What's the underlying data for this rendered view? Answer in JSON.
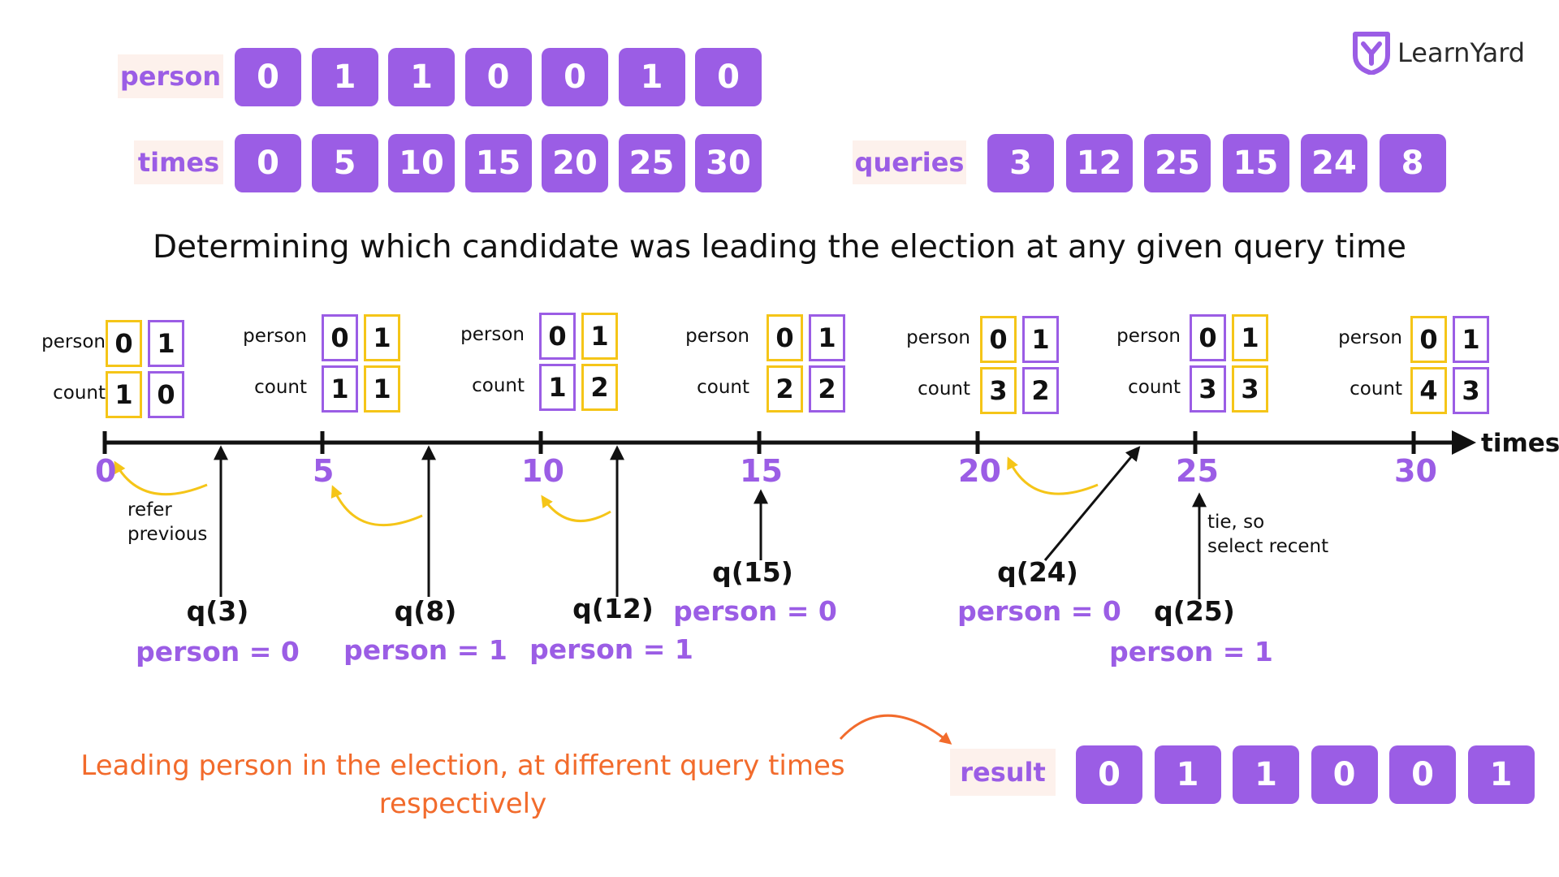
{
  "brand": {
    "name": "LearnYard",
    "icon": "learnyard-shield-icon",
    "color": "#9b5de5"
  },
  "colors": {
    "purple": "#9b5de5",
    "yellow": "#f5c518",
    "orange": "#f26b2c",
    "label_bg": "#fdf1ec"
  },
  "person_array": {
    "label": "person",
    "values": [
      "0",
      "1",
      "1",
      "0",
      "0",
      "1",
      "0"
    ]
  },
  "times_array": {
    "label": "times",
    "values": [
      "0",
      "5",
      "10",
      "15",
      "20",
      "25",
      "30"
    ]
  },
  "queries_array": {
    "label": "queries",
    "values": [
      "3",
      "12",
      "25",
      "15",
      "24",
      "8"
    ]
  },
  "title": "Determining which candidate was leading the election at any given query time",
  "timeline": {
    "axis_label": "times",
    "ticks": [
      "0",
      "5",
      "10",
      "15",
      "20",
      "25",
      "30"
    ],
    "groups": [
      {
        "person_label": "person",
        "count_label": "count",
        "persons": [
          "0",
          "1"
        ],
        "counts": [
          "1",
          "0"
        ],
        "leader": 0
      },
      {
        "person_label": "person",
        "count_label": "count",
        "persons": [
          "0",
          "1"
        ],
        "counts": [
          "1",
          "1"
        ],
        "leader": 1
      },
      {
        "person_label": "person",
        "count_label": "count",
        "persons": [
          "0",
          "1"
        ],
        "counts": [
          "1",
          "2"
        ],
        "leader": 1
      },
      {
        "person_label": "person",
        "count_label": "count",
        "persons": [
          "0",
          "1"
        ],
        "counts": [
          "2",
          "2"
        ],
        "leader": 0
      },
      {
        "person_label": "person",
        "count_label": "count",
        "persons": [
          "0",
          "1"
        ],
        "counts": [
          "3",
          "2"
        ],
        "leader": 0
      },
      {
        "person_label": "person",
        "count_label": "count",
        "persons": [
          "0",
          "1"
        ],
        "counts": [
          "3",
          "3"
        ],
        "leader": 1
      },
      {
        "person_label": "person",
        "count_label": "count",
        "persons": [
          "0",
          "1"
        ],
        "counts": [
          "4",
          "3"
        ],
        "leader": 0
      }
    ],
    "notes": {
      "refer_previous": [
        "refer",
        "previous"
      ],
      "tie": [
        "tie, so",
        "select recent"
      ]
    },
    "queries": [
      {
        "label": "q(3)",
        "result": "person = 0"
      },
      {
        "label": "q(8)",
        "result": "person = 1"
      },
      {
        "label": "q(12)",
        "result": "person = 1"
      },
      {
        "label": "q(15)",
        "result": "person = 0"
      },
      {
        "label": "q(24)",
        "result": "person = 0"
      },
      {
        "label": "q(25)",
        "result": "person = 1"
      }
    ]
  },
  "bottom": {
    "caption": "Leading person in the election, at different query times respectively"
  },
  "result_array": {
    "label": "result",
    "values": [
      "0",
      "1",
      "1",
      "0",
      "0",
      "1"
    ]
  }
}
